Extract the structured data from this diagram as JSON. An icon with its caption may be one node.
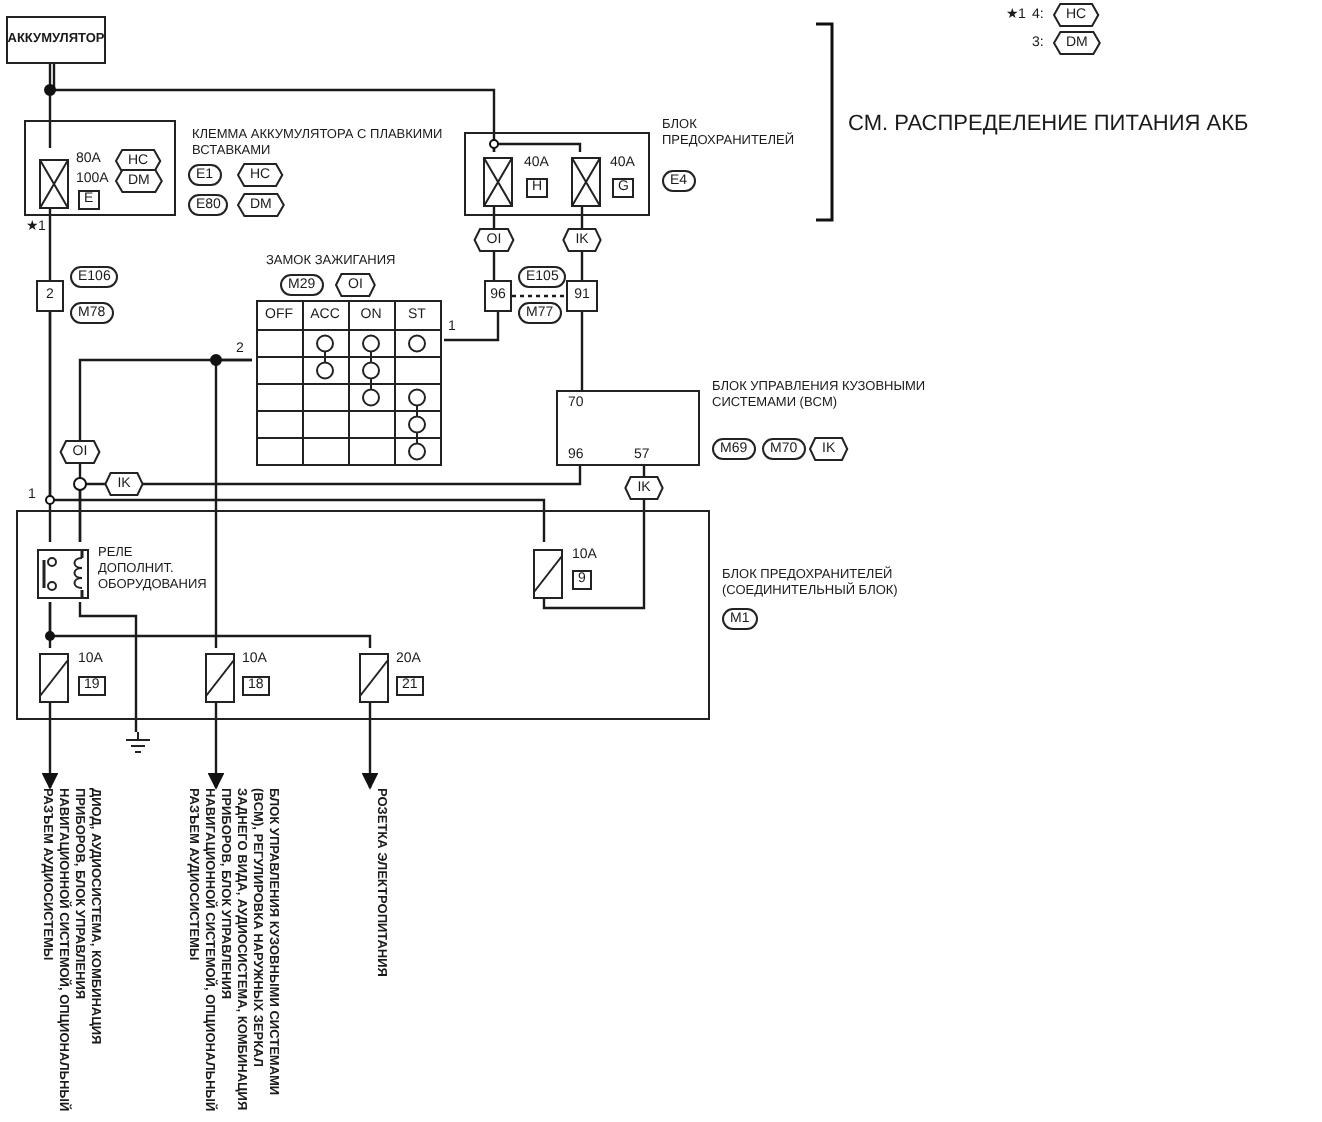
{
  "diagram": {
    "nodes": [
      {
        "text": [
          "АККУМУЛЯТОР"
        ]
      },
      {
        "text": [
          "КЛЕММА АККУМУЛЯТОРА С ПЛАВКИМИ ВСТАВКАМИ",
          "E1",
          "HC",
          "E80",
          "DM"
        ]
      },
      {
        "text": [
          "80A",
          "HC",
          "100A",
          "DM",
          "E"
        ],
        "in": 1
      },
      {
        "text": [
          "БЛОК ПРЕДОХРАНИТЕЛЕЙ",
          "E4"
        ]
      },
      {
        "text": [
          "40A",
          "H"
        ],
        "in": 3
      },
      {
        "text": [
          "40A",
          "G"
        ],
        "in": 3
      },
      {
        "text": [
          "2",
          "E106",
          "M78"
        ]
      },
      {
        "text": [
          "96",
          "E105",
          "M77"
        ]
      },
      {
        "text": [
          "91"
        ]
      },
      {
        "text": [
          "ЗАМОК ЗАЖИГАНИЯ",
          "M29",
          "OI",
          "OFF",
          "ACC",
          "ON",
          "ST"
        ]
      },
      {
        "text": [
          "БЛОК УПРАВЛЕНИЯ КУЗОВНЫМИ СИСТЕМАМИ (BCM)",
          "M69",
          "M70",
          "IK",
          "70",
          "96",
          "57"
        ]
      },
      {
        "text": [
          "БЛОК ПРЕДОХРАНИТЕЛЕЙ (СОЕДИНИТЕЛЬНЫЙ БЛОК)",
          "M1"
        ]
      },
      {
        "text": [
          "РЕЛЕ ДОПОЛНИТ. ОБОРУДОВАНИЯ"
        ],
        "in": 11
      },
      {
        "text": [
          "10A",
          "9"
        ],
        "in": 11
      },
      {
        "text": [
          "10A",
          "19"
        ],
        "in": 11
      },
      {
        "text": [
          "10A",
          "18"
        ],
        "in": 11
      },
      {
        "text": [
          "20A",
          "21"
        ],
        "in": 11
      },
      {
        "text": [],
        "shape": "ground"
      },
      {
        "text": [
          "ДИОД, АУДИОСИСТЕМА, КОМБИНАЦИЯ ПРИБОРОВ, БЛОК УПРАВЛЕНИЯ НАВИГАЦИОННОЙ СИСТЕМОЙ, ОПЦИОНАЛЬНЫЙ РАЗЪЕМ АУДИОСИСТЕМЫ"
        ]
      },
      {
        "text": [
          "БЛОК УПРАВЛЕНИЯ КУЗОВНЫМИ СИСТЕМАМИ (BCM), РЕГУЛИРОВКА НАРУЖНЫХ ЗЕРКАЛ ЗАДНЕГО ВИДА, АУДИОСИСТЕМА, КОМБИНАЦИЯ ПРИБОРОВ, БЛОК УПРАВЛЕНИЯ НАВИГАЦИОННОЙ СИСТЕМОЙ, ОПЦИОНАЛЬНЫЙ РАЗЪЕМ АУДИОСИСТЕМЫ"
        ]
      },
      {
        "text": [
          "РОЗЕТКА ЭЛЕКТРОПИТАНИЯ"
        ]
      }
    ],
    "edges": [
      {
        "from": 0,
        "to": 2,
        "arrow": "none"
      },
      {
        "from": 0,
        "to": 4,
        "arrow": "none"
      },
      {
        "from": 4,
        "to": 5,
        "arrow": "none"
      },
      {
        "from": 2,
        "to": 6,
        "arrow": "none"
      },
      {
        "from": 6,
        "to": 12,
        "arrow": "none"
      },
      {
        "from": 6,
        "to": 13,
        "arrow": "none"
      },
      {
        "from": 12,
        "to": 14,
        "arrow": "none"
      },
      {
        "from": 12,
        "to": 16,
        "arrow": "none"
      },
      {
        "from": 4,
        "to": 7,
        "arrow": "none",
        "label": "OI"
      },
      {
        "from": 7,
        "to": 9,
        "arrow": "none"
      },
      {
        "from": 5,
        "to": 8,
        "arrow": "none",
        "label": "IK"
      },
      {
        "from": 8,
        "to": 10,
        "arrow": "none"
      },
      {
        "from": 9,
        "to": 15,
        "arrow": "none"
      },
      {
        "from": 9,
        "to": 12,
        "arrow": "none",
        "label": "OI"
      },
      {
        "from": 10,
        "to": 12,
        "arrow": "none",
        "label": "IK"
      },
      {
        "from": 13,
        "to": 10,
        "arrow": "none",
        "label": "IK"
      },
      {
        "from": 12,
        "to": 17,
        "arrow": "none"
      },
      {
        "from": 14,
        "to": 18,
        "arrow": "to"
      },
      {
        "from": 15,
        "to": 19,
        "arrow": "to"
      },
      {
        "from": 16,
        "to": 20,
        "arrow": "to"
      },
      {
        "from": 7,
        "to": 8,
        "arrow": "none",
        "style": "dashed"
      }
    ],
    "labels": [
      "★1",
      "4:",
      "HC",
      "3:",
      "DM",
      "СМ. РАСПРЕДЕЛЕНИЕ ПИТАНИЯ АКБ",
      "★1",
      "1",
      "2",
      "1"
    ]
  }
}
